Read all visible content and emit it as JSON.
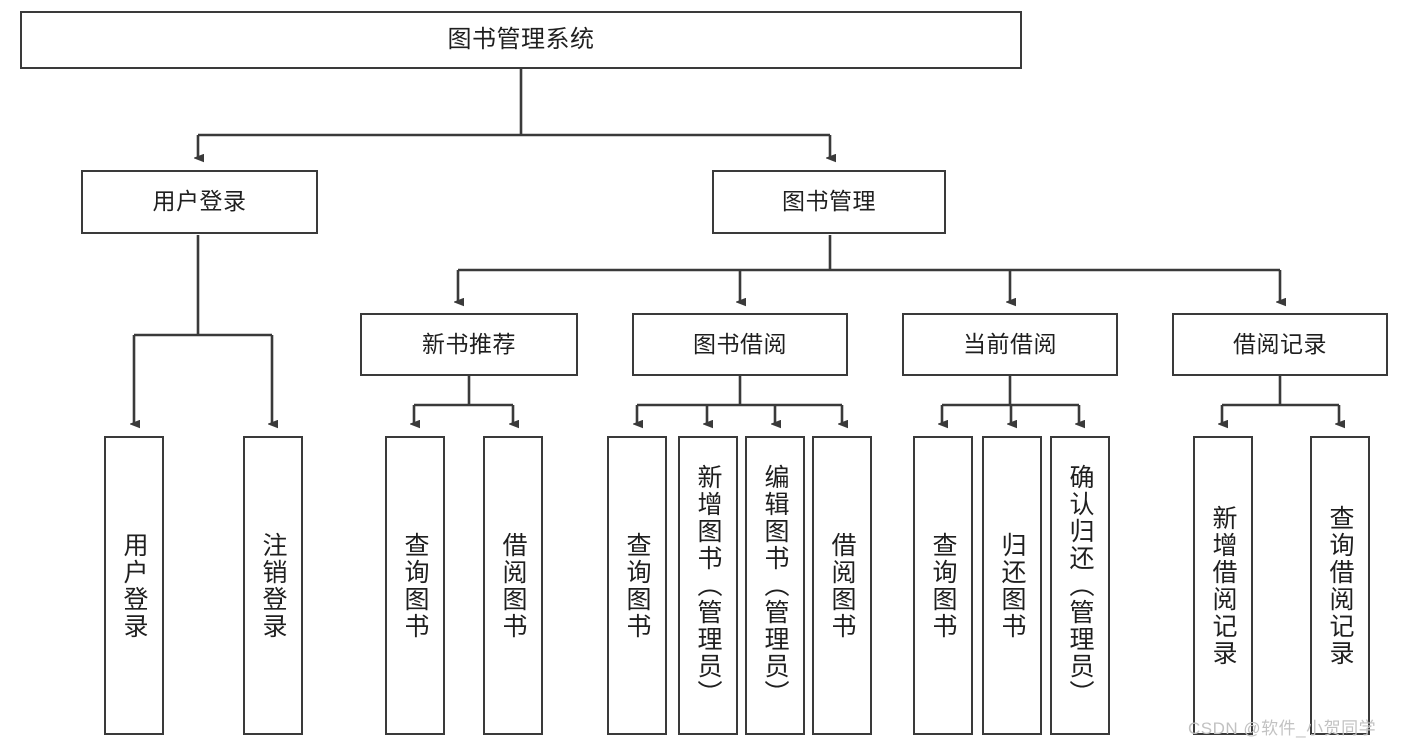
{
  "diagram": {
    "type": "tree",
    "title": "图书管理系统",
    "watermark": "CSDN @软件_小贺同学",
    "colors": {
      "stroke": "#3a3a3a",
      "fill": "#ffffff",
      "text": "#1f1f1f",
      "watermark": "#c2c2c2"
    },
    "nodes": {
      "root": {
        "label": "图书管理系统",
        "orientation": "horizontal",
        "level": 0
      },
      "l1": [
        {
          "id": "user-login",
          "label": "用户登录",
          "orientation": "horizontal",
          "level": 1
        },
        {
          "id": "book-manage",
          "label": "图书管理",
          "orientation": "horizontal",
          "level": 1
        }
      ],
      "l2": [
        {
          "id": "new-book-recommend",
          "label": "新书推荐",
          "orientation": "horizontal",
          "level": 2,
          "parent": "book-manage"
        },
        {
          "id": "book-borrow",
          "label": "图书借阅",
          "orientation": "horizontal",
          "level": 2,
          "parent": "book-manage"
        },
        {
          "id": "current-borrow",
          "label": "当前借阅",
          "orientation": "horizontal",
          "level": 2,
          "parent": "book-manage"
        },
        {
          "id": "borrow-record",
          "label": "借阅记录",
          "orientation": "horizontal",
          "level": 2,
          "parent": "book-manage"
        }
      ],
      "leaves": [
        {
          "id": "leaf-user-login",
          "label": "用户登录",
          "orientation": "vertical",
          "parent": "user-login"
        },
        {
          "id": "leaf-logout-login",
          "label": "注销登录",
          "orientation": "vertical",
          "parent": "user-login"
        },
        {
          "id": "leaf-query-book-1",
          "label": "查询图书",
          "orientation": "vertical",
          "parent": "new-book-recommend"
        },
        {
          "id": "leaf-borrow-book-1",
          "label": "借阅图书",
          "orientation": "vertical",
          "parent": "new-book-recommend"
        },
        {
          "id": "leaf-query-book-2",
          "label": "查询图书",
          "orientation": "vertical",
          "parent": "book-borrow"
        },
        {
          "id": "leaf-add-book-admin",
          "label": "新增图书（管理员）",
          "orientation": "vertical",
          "parent": "book-borrow"
        },
        {
          "id": "leaf-edit-book-admin",
          "label": "编辑图书（管理员）",
          "orientation": "vertical",
          "parent": "book-borrow"
        },
        {
          "id": "leaf-borrow-book-2",
          "label": "借阅图书",
          "orientation": "vertical",
          "parent": "book-borrow"
        },
        {
          "id": "leaf-query-book-3",
          "label": "查询图书",
          "orientation": "vertical",
          "parent": "current-borrow"
        },
        {
          "id": "leaf-return-book",
          "label": "归还图书",
          "orientation": "vertical",
          "parent": "current-borrow"
        },
        {
          "id": "leaf-confirm-return-admin",
          "label": "确认归还（管理员）",
          "orientation": "vertical",
          "parent": "current-borrow"
        },
        {
          "id": "leaf-add-borrow-record",
          "label": "新增借阅记录",
          "orientation": "vertical",
          "parent": "borrow-record"
        },
        {
          "id": "leaf-query-borrow-record",
          "label": "查询借阅记录",
          "orientation": "vertical",
          "parent": "borrow-record"
        }
      ]
    }
  }
}
